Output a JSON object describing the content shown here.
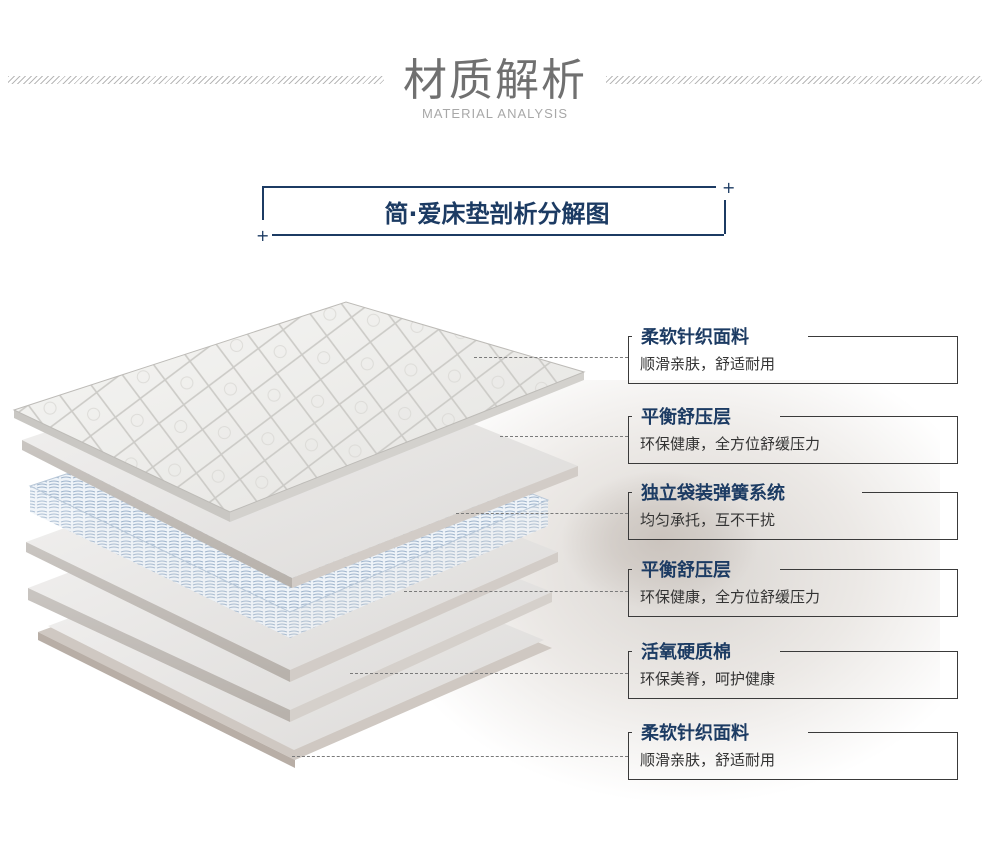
{
  "header": {
    "title": "材质解析",
    "subtitle": "MATERIAL ANALYSIS"
  },
  "section": {
    "title": "简·爱床垫剖析分解图"
  },
  "layers": [
    {
      "name": "柔软针织面料",
      "desc": "顺滑亲肤，舒适耐用"
    },
    {
      "name": "平衡舒压层",
      "desc": "环保健康，全方位舒缓压力"
    },
    {
      "name": "独立袋装弹簧系统",
      "desc": "均匀承托，互不干扰"
    },
    {
      "name": "平衡舒压层",
      "desc": "环保健康，全方位舒缓压力"
    },
    {
      "name": "活氧硬质棉",
      "desc": "环保美脊，呵护健康"
    },
    {
      "name": "柔软针织面料",
      "desc": "顺滑亲肤，舒适耐用"
    }
  ],
  "colors": {
    "accent": "#1c3b63",
    "text": "#333333",
    "title_gray": "#707070"
  }
}
